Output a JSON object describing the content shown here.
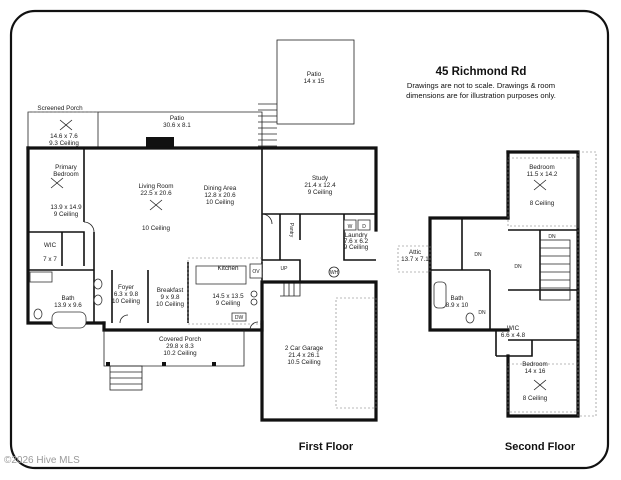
{
  "header": {
    "address": "45 Richmond Rd",
    "disclaimer_line1": "Drawings are not to scale. Drawings & room",
    "disclaimer_line2": "dimensions are for illustration purposes only."
  },
  "floors": {
    "first": "First Floor",
    "second": "Second Floor"
  },
  "watermark": "©2026 Hive MLS",
  "rooms": {
    "screened_porch": {
      "name": "Screened Porch",
      "dims": "14.6 x 7.6",
      "ceiling": "9.3 Ceiling"
    },
    "patio_main": {
      "name": "Patio",
      "dims": "30.6 x 8.1"
    },
    "patio_top": {
      "name": "Patio",
      "dims": "14 x 15"
    },
    "primary_bedroom": {
      "name1": "Primary",
      "name2": "Bedroom",
      "dims": "13.9 x 14.9",
      "ceiling": "9 Ceiling"
    },
    "wic_first": {
      "name": "WIC",
      "dims": "7 x 7"
    },
    "bath_first": {
      "name": "Bath",
      "dims": "13.9 x 9.6"
    },
    "living_room": {
      "name": "Living Room",
      "dims": "22.5 x 20.6",
      "ceiling": "10 Ceiling"
    },
    "dining_area": {
      "name": "Dining Area",
      "dims": "12.8 x 20.6",
      "ceiling": "10 Ceiling"
    },
    "study": {
      "name": "Study",
      "dims": "21.4 x 12.4",
      "ceiling": "9 Ceiling"
    },
    "pantry": {
      "name": "Pantry"
    },
    "laundry": {
      "name": "Laundry",
      "dims": "7.6 x 6.2",
      "ceiling": "9 Ceiling"
    },
    "kitchen": {
      "name": "Kitchen",
      "dims": "14.5 x 13.5",
      "ceiling": "9 Ceiling"
    },
    "foyer": {
      "name": "Foyer",
      "dims": "6.3 x 9.8",
      "ceiling": "10 Ceiling"
    },
    "breakfast": {
      "name": "Breakfast",
      "dims": "9 x 9.8",
      "ceiling": "10 Ceiling"
    },
    "covered_porch": {
      "name": "Covered Porch",
      "dims": "29.8 x 8.3",
      "ceiling": "10.2 Ceiling"
    },
    "garage": {
      "name": "2 Car Garage",
      "dims": "21.4 x 26.1",
      "ceiling": "10.5 Ceiling"
    },
    "bedroom_top": {
      "name": "Bedroom",
      "dims": "11.5 x 14.2",
      "ceiling": "8 Ceiling"
    },
    "attic": {
      "name": "Attic",
      "dims": "13.7 x 7.1"
    },
    "bath_second": {
      "name": "Bath",
      "dims": "8.9 x 10"
    },
    "wic_second": {
      "name": "WIC",
      "dims": "6.6 x 4.8"
    },
    "bedroom_bottom": {
      "name": "Bedroom",
      "dims": "14 x 16",
      "ceiling": "8 Ceiling"
    }
  },
  "fixture_labels": {
    "w": "W",
    "d": "D",
    "wh": "WH",
    "ov": "OV",
    "up": "UP",
    "dw": "DW",
    "dn": "DN"
  }
}
